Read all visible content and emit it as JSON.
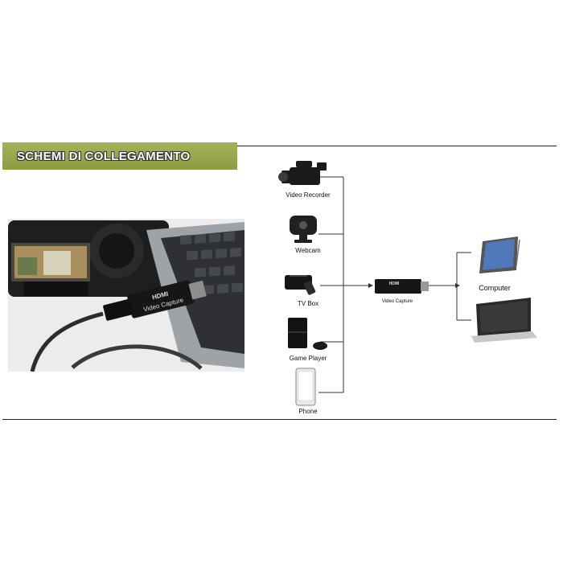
{
  "banner": {
    "title": "SCHEMI DI COLLEGAMENTO"
  },
  "photo": {
    "device_line1": "HDMI",
    "device_line2": "Video Capture"
  },
  "diagram": {
    "sources": [
      {
        "label": "Video Recorder",
        "icon": "video-recorder-icon"
      },
      {
        "label": "Webcam",
        "icon": "webcam-icon"
      },
      {
        "label": "TV Box",
        "icon": "tv-box-icon"
      },
      {
        "label": "Game Player",
        "icon": "game-console-icon"
      },
      {
        "label": "Phone",
        "icon": "smartphone-icon"
      }
    ],
    "capture": {
      "badge": "HDMI",
      "label": "Video Capture"
    },
    "target": {
      "label": "Computer",
      "icons": [
        "tablet-icon",
        "laptop-icon"
      ]
    }
  },
  "colors": {
    "banner": "#98a84c",
    "rule": "#222222"
  }
}
